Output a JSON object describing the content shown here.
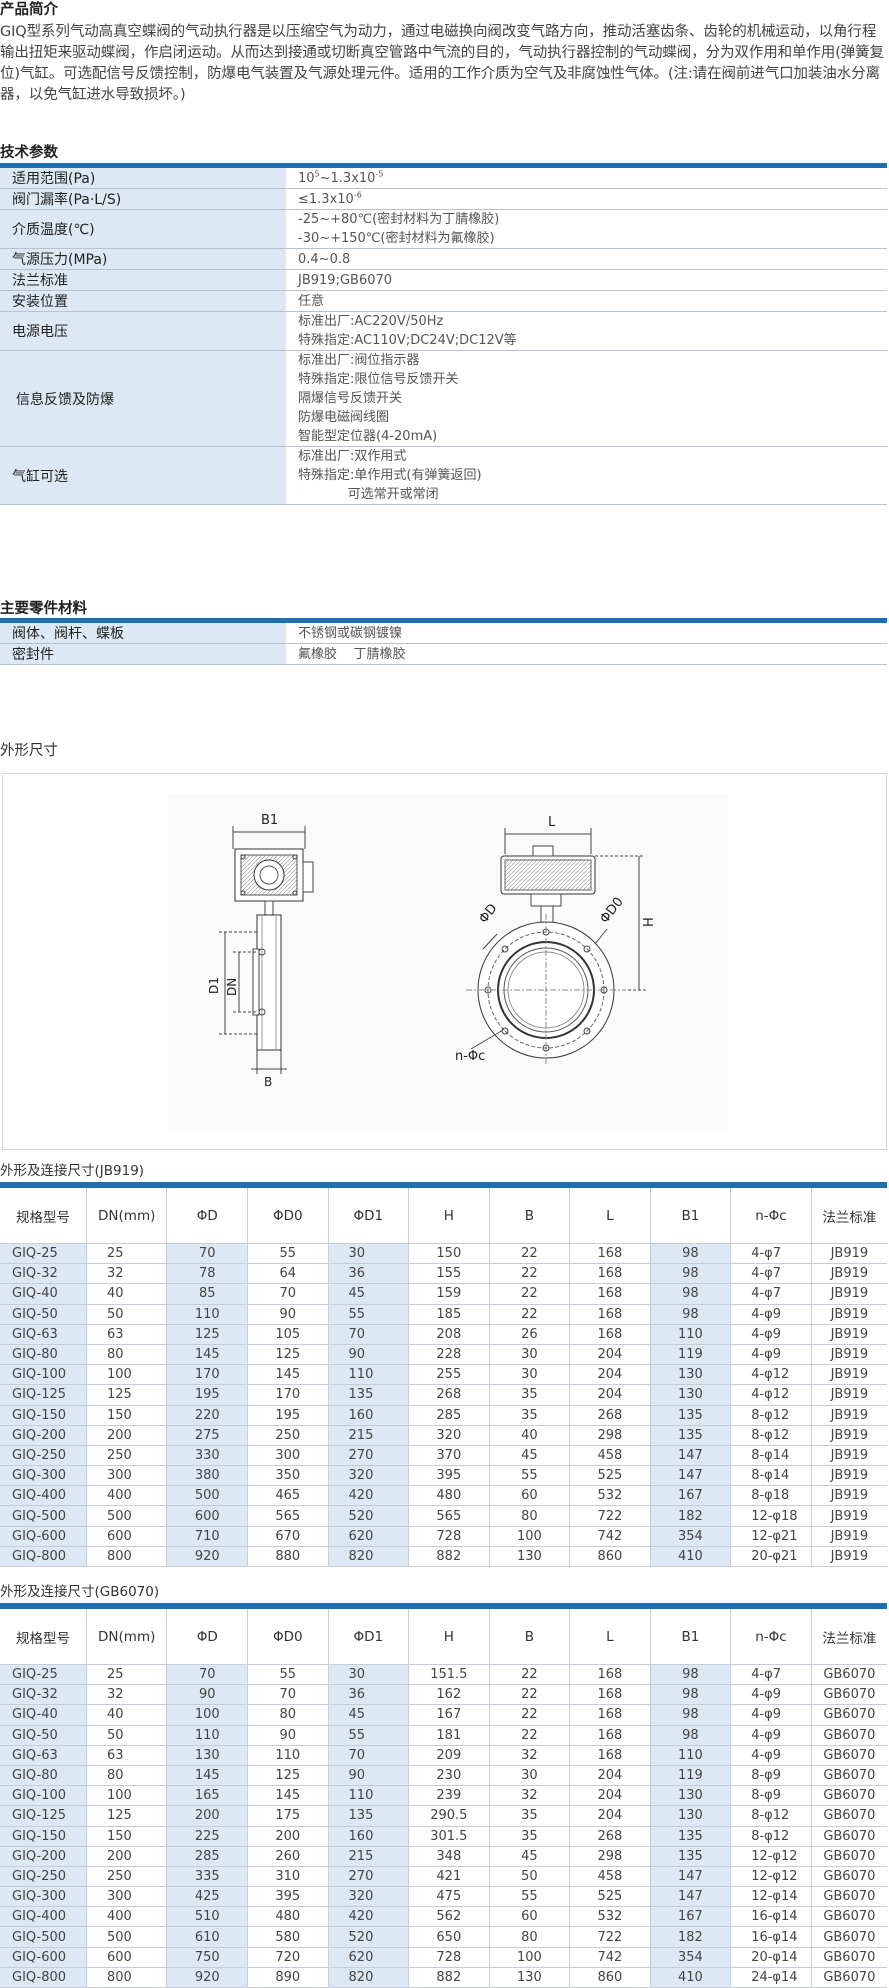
{
  "intro": {
    "title": "产品简介",
    "text": "GIQ型系列气动高真空蝶阀的气动执行器是以压缩空气为动力，通过电磁换向阀改变气路方向，推动活塞齿条、齿轮的机械运动，以角行程输出扭矩来驱动蝶阀，作启闭运动。从而达到接通或切断真空管路中气流的目的，气动执行器控制的气动蝶阀，分为双作用和单作用(弹簧复位)气缸。可选配信号反馈控制，防爆电气装置及气源处理元件。适用的工作介质为空气及非腐蚀性气体。(注:请在阀前进气口加装油水分离器，以免气缸进水导致损坏。)"
  },
  "tech": {
    "title": "技术参数",
    "rows": [
      {
        "key": "适用范围(Pa)",
        "lines": [
          "10^5~1.3x10^-5"
        ]
      },
      {
        "key": "阀门漏率(Pa·L/S)",
        "lines": [
          "≤1.3x10^-6"
        ]
      },
      {
        "key": "介质温度(℃)",
        "lines": [
          "-25~+80℃(密封材料为丁腈橡胶)",
          "-30~+150℃(密封材料为氟橡胶)"
        ]
      },
      {
        "key": "气源压力(MPa)",
        "lines": [
          "0.4~0.8"
        ]
      },
      {
        "key": "法兰标准",
        "lines": [
          "JB919;GB6070"
        ]
      },
      {
        "key": "安装位置",
        "lines": [
          "任意"
        ]
      },
      {
        "key": "电源电压",
        "lines": [
          "标准出厂:AC220V/50Hz",
          "特殊指定:AC110V;DC24V;DC12V等"
        ]
      },
      {
        "key": "信息反馈及防爆",
        "lines": [
          "标准出厂:阀位指示器",
          "特殊指定:限位信号反馈开关",
          "隔爆信号反馈开关",
          "防爆电磁阀线圈",
          "智能型定位器(4-20mA)"
        ]
      },
      {
        "key": "气缸可选",
        "lines": [
          "标准出厂:双作用式",
          "特殊指定:单作用式(有弹簧返回)",
          "            可选常开或常闭"
        ]
      }
    ]
  },
  "materials": {
    "title": "主要零件材料",
    "rows": [
      {
        "key": "阀体、阀杆、蝶板",
        "lines": [
          "不锈钢或碳钢镀镍"
        ]
      },
      {
        "key": "密封件",
        "lines": [
          "氟橡胶    丁腈橡胶"
        ]
      }
    ]
  },
  "outline": {
    "title": "外形尺寸",
    "labels": {
      "b1": "B1",
      "d1": "D1",
      "dn": "DN",
      "b": "B",
      "l": "L",
      "phid": "ΦD",
      "phid0": "ΦD0",
      "h": "H",
      "nphic": "n-Φc"
    }
  },
  "jb": {
    "title": "外形及连接尺寸(JB919)",
    "headers": [
      "规格型号",
      "DN(mm)",
      "ΦD",
      "ΦD0",
      "ΦD1",
      "H",
      "B",
      "L",
      "B1",
      "n-Φc",
      "法兰标准"
    ],
    "rows": [
      [
        "GIQ-25",
        "25",
        "70",
        "55",
        "30",
        "150",
        "22",
        "168",
        "98",
        "4-φ7",
        "JB919"
      ],
      [
        "GIQ-32",
        "32",
        "78",
        "64",
        "36",
        "155",
        "22",
        "168",
        "98",
        "4-φ7",
        "JB919"
      ],
      [
        "GIQ-40",
        "40",
        "85",
        "70",
        "45",
        "159",
        "22",
        "168",
        "98",
        "4-φ7",
        "JB919"
      ],
      [
        "GIQ-50",
        "50",
        "110",
        "90",
        "55",
        "185",
        "22",
        "168",
        "98",
        "4-φ9",
        "JB919"
      ],
      [
        "GIQ-63",
        "63",
        "125",
        "105",
        "70",
        "208",
        "26",
        "168",
        "110",
        "4-φ9",
        "JB919"
      ],
      [
        "GIQ-80",
        "80",
        "145",
        "125",
        "90",
        "228",
        "30",
        "204",
        "119",
        "4-φ9",
        "JB919"
      ],
      [
        "GIQ-100",
        "100",
        "170",
        "145",
        "110",
        "255",
        "30",
        "204",
        "130",
        "4-φ12",
        "JB919"
      ],
      [
        "GIQ-125",
        "125",
        "195",
        "170",
        "135",
        "268",
        "35",
        "204",
        "130",
        "4-φ12",
        "JB919"
      ],
      [
        "GIQ-150",
        "150",
        "220",
        "195",
        "160",
        "285",
        "35",
        "268",
        "135",
        "8-φ12",
        "JB919"
      ],
      [
        "GIQ-200",
        "200",
        "275",
        "250",
        "215",
        "320",
        "40",
        "298",
        "135",
        "8-φ12",
        "JB919"
      ],
      [
        "GIQ-250",
        "250",
        "330",
        "300",
        "270",
        "370",
        "45",
        "458",
        "147",
        "8-φ14",
        "JB919"
      ],
      [
        "GIQ-300",
        "300",
        "380",
        "350",
        "320",
        "395",
        "55",
        "525",
        "147",
        "8-φ14",
        "JB919"
      ],
      [
        "GIQ-400",
        "400",
        "500",
        "465",
        "420",
        "480",
        "60",
        "532",
        "167",
        "8-φ18",
        "JB919"
      ],
      [
        "GIQ-500",
        "500",
        "600",
        "565",
        "520",
        "565",
        "80",
        "722",
        "182",
        "12-φ18",
        "JB919"
      ],
      [
        "GIQ-600",
        "600",
        "710",
        "670",
        "620",
        "728",
        "100",
        "742",
        "354",
        "12-φ21",
        "JB919"
      ],
      [
        "GIQ-800",
        "800",
        "920",
        "880",
        "820",
        "882",
        "130",
        "860",
        "410",
        "20-φ21",
        "JB919"
      ]
    ]
  },
  "gb": {
    "title": "外形及连接尺寸(GB6070)",
    "headers": [
      "规格型号",
      "DN(mm)",
      "ΦD",
      "ΦD0",
      "ΦD1",
      "H",
      "B",
      "L",
      "B1",
      "n-Φc",
      "法兰标准"
    ],
    "rows": [
      [
        "GIQ-25",
        "25",
        "70",
        "55",
        "30",
        "151.5",
        "22",
        "168",
        "98",
        "4-φ7",
        "GB6070"
      ],
      [
        "GIQ-32",
        "32",
        "90",
        "70",
        "36",
        "162",
        "22",
        "168",
        "98",
        "4-φ9",
        "GB6070"
      ],
      [
        "GIQ-40",
        "40",
        "100",
        "80",
        "45",
        "167",
        "22",
        "168",
        "98",
        "4-φ9",
        "GB6070"
      ],
      [
        "GIQ-50",
        "50",
        "110",
        "90",
        "55",
        "181",
        "22",
        "168",
        "98",
        "4-φ9",
        "GB6070"
      ],
      [
        "GIQ-63",
        "63",
        "130",
        "110",
        "70",
        "209",
        "32",
        "168",
        "110",
        "4-φ9",
        "GB6070"
      ],
      [
        "GIQ-80",
        "80",
        "145",
        "125",
        "90",
        "230",
        "30",
        "204",
        "119",
        "8-φ9",
        "GB6070"
      ],
      [
        "GIQ-100",
        "100",
        "165",
        "145",
        "110",
        "239",
        "32",
        "204",
        "130",
        "8-φ9",
        "GB6070"
      ],
      [
        "GIQ-125",
        "125",
        "200",
        "175",
        "135",
        "290.5",
        "35",
        "204",
        "130",
        "8-φ12",
        "GB6070"
      ],
      [
        "GIQ-150",
        "150",
        "225",
        "200",
        "160",
        "301.5",
        "35",
        "268",
        "135",
        "8-φ12",
        "GB6070"
      ],
      [
        "GIQ-200",
        "200",
        "285",
        "260",
        "215",
        "348",
        "45",
        "298",
        "135",
        "12-φ12",
        "GB6070"
      ],
      [
        "GIQ-250",
        "250",
        "335",
        "310",
        "270",
        "421",
        "50",
        "458",
        "147",
        "12-φ12",
        "GB6070"
      ],
      [
        "GIQ-300",
        "300",
        "425",
        "395",
        "320",
        "475",
        "55",
        "525",
        "147",
        "12-φ14",
        "GB6070"
      ],
      [
        "GIQ-400",
        "400",
        "510",
        "480",
        "420",
        "562",
        "60",
        "532",
        "167",
        "16-φ14",
        "GB6070"
      ],
      [
        "GIQ-500",
        "500",
        "610",
        "580",
        "520",
        "650",
        "80",
        "722",
        "182",
        "16-φ14",
        "GB6070"
      ],
      [
        "GIQ-600",
        "600",
        "750",
        "720",
        "620",
        "728",
        "100",
        "742",
        "354",
        "20-φ14",
        "GB6070"
      ],
      [
        "GIQ-800",
        "800",
        "920",
        "890",
        "820",
        "882",
        "130",
        "860",
        "410",
        "24-φ14",
        "GB6070"
      ]
    ]
  }
}
